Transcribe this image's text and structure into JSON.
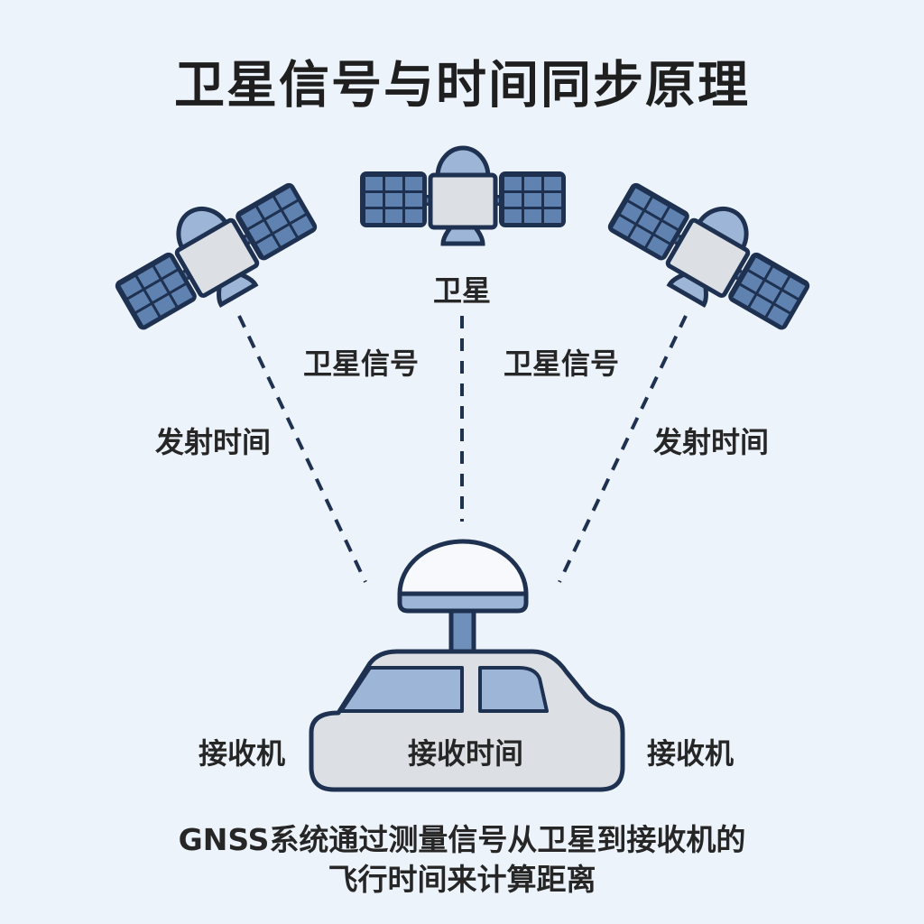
{
  "title": "卫星信号与时间同步原理",
  "labels": {
    "satellite": "卫星",
    "signal_left": "卫星信号",
    "signal_right": "卫星信号",
    "transmit_time_left": "发射时间",
    "transmit_time_right": "发射时间",
    "receiver_left": "接收机",
    "receiver_right": "接收机",
    "receive_time": "接收时间"
  },
  "caption": {
    "line1": "GNSS系统通过测量信号从卫星到接收机的",
    "line2": "飞行时间来计算距离"
  },
  "colors": {
    "background": "#edf3fa",
    "stroke": "#1e3150",
    "light_blue": "#9db6d8",
    "panel_blue": "#5f82b0",
    "grey": "#dcdfe4"
  }
}
